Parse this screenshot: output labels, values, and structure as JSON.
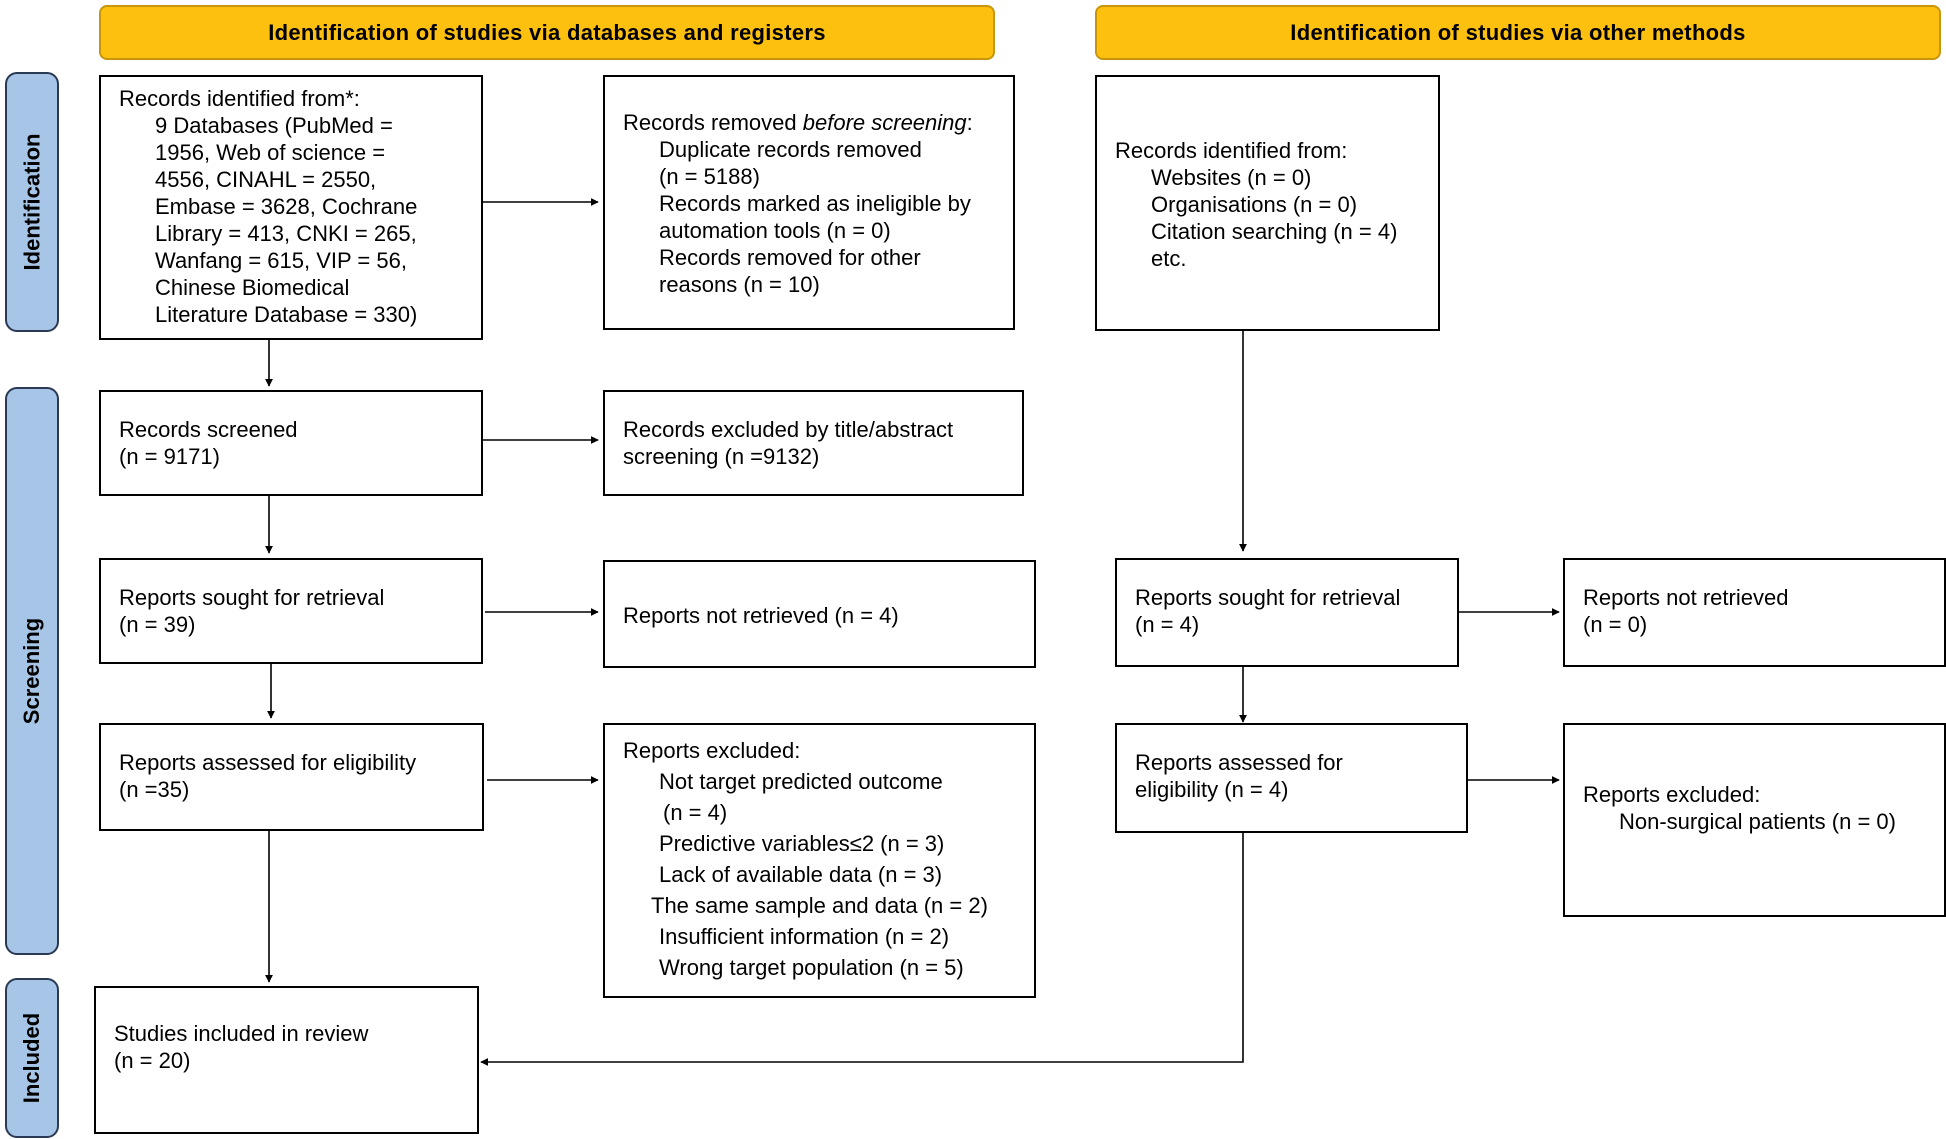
{
  "colors": {
    "header_fill": "#fdc00f",
    "phase_fill": "#a7c5e6",
    "line": "#000000"
  },
  "headers": {
    "left": "Identification of studies via databases and registers",
    "right": "Identification of studies via other methods"
  },
  "phases": {
    "identification": "Identification",
    "screening": "Screening",
    "included": "Included"
  },
  "boxes": {
    "records_identified": {
      "title": "Records identified from*:",
      "lines": [
        "9 Databases (PubMed =",
        "1956, Web of science =",
        "4556, CINAHL = 2550,",
        "Embase = 3628, Cochrane",
        "Library = 413, CNKI = 265,",
        "Wanfang = 615, VIP = 56,",
        "Chinese Biomedical",
        "Literature Database = 330)"
      ]
    },
    "records_removed": {
      "title_prefix": "Records removed ",
      "title_em": "before screening",
      "title_suffix": ":",
      "lines": [
        "Duplicate records removed",
        "(n = 5188)",
        "Records marked as ineligible by",
        "automation tools (n = 0)",
        "Records removed for other",
        "reasons (n = 10)"
      ]
    },
    "other_identified": {
      "title": "Records identified from:",
      "lines": [
        "Websites (n = 0)",
        "Organisations (n = 0)",
        "Citation searching (n = 4)",
        "etc."
      ]
    },
    "records_screened": {
      "lines": [
        "Records screened",
        "(n = 9171)"
      ]
    },
    "records_excluded": {
      "lines": [
        "Records excluded by title/abstract",
        "screening (n =9132)"
      ]
    },
    "sought_left": {
      "lines": [
        "Reports sought for retrieval",
        "(n = 39)"
      ]
    },
    "not_retrieved_left": {
      "lines": [
        "Reports not retrieved (n = 4)"
      ]
    },
    "sought_right": {
      "lines": [
        "Reports sought for retrieval",
        "(n = 4)"
      ]
    },
    "not_retrieved_right": {
      "lines": [
        "Reports not retrieved",
        "(n = 0)"
      ]
    },
    "assessed_left": {
      "lines": [
        "Reports assessed for eligibility",
        "(n =35)"
      ]
    },
    "excluded_left": {
      "title": "Reports excluded:",
      "lines": [
        "Not target predicted outcome",
        "(n = 4)",
        "Predictive variables≤2 (n = 3)",
        "Lack of available data (n = 3)",
        "The same sample and data (n = 2)",
        "Insufficient information (n = 2)",
        "Wrong target population (n = 5)"
      ]
    },
    "assessed_right": {
      "lines": [
        "Reports assessed for",
        "eligibility (n = 4)"
      ]
    },
    "excluded_right": {
      "title": "Reports excluded:",
      "lines": [
        "Non-surgical patients (n = 0)"
      ]
    },
    "included": {
      "lines": [
        "Studies included in review",
        "(n = 20)"
      ]
    }
  }
}
